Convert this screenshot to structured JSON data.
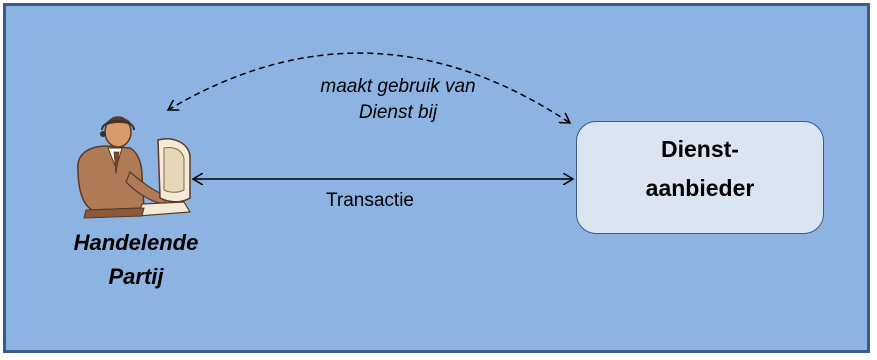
{
  "diagram": {
    "actor": {
      "label_line1": "Handelende",
      "label_line2": "Partij",
      "icon": "person-at-computer-icon"
    },
    "service_provider": {
      "label_line1": "Dienst-",
      "label_line2": "aanbieder"
    },
    "relations": {
      "uses_line1": "maakt gebruik van",
      "uses_line2": "Dienst bij",
      "transaction": "Transactie"
    },
    "colors": {
      "panel_fill": "#8db3e2",
      "panel_border": "#385d8a",
      "box_fill": "#dbe5f1",
      "arrow": "#000000"
    }
  }
}
